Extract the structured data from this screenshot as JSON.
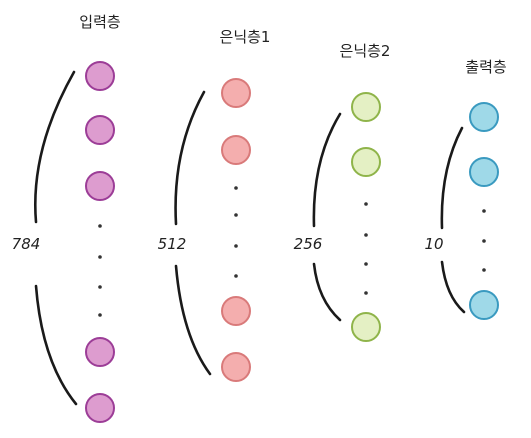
{
  "layers": [
    {
      "title": "입력층",
      "count": "784",
      "fill": "#dd9ccf",
      "stroke": "#9c3d97"
    },
    {
      "title": "은닉층1",
      "count": "512",
      "fill": "#f4aeae",
      "stroke": "#d97a7a"
    },
    {
      "title": "은닉층2",
      "count": "256",
      "fill": "#e4f0c4",
      "stroke": "#8fb44a"
    },
    {
      "title": "출력층",
      "count": "10",
      "fill": "#9fd9e8",
      "stroke": "#3a9ac0"
    }
  ]
}
